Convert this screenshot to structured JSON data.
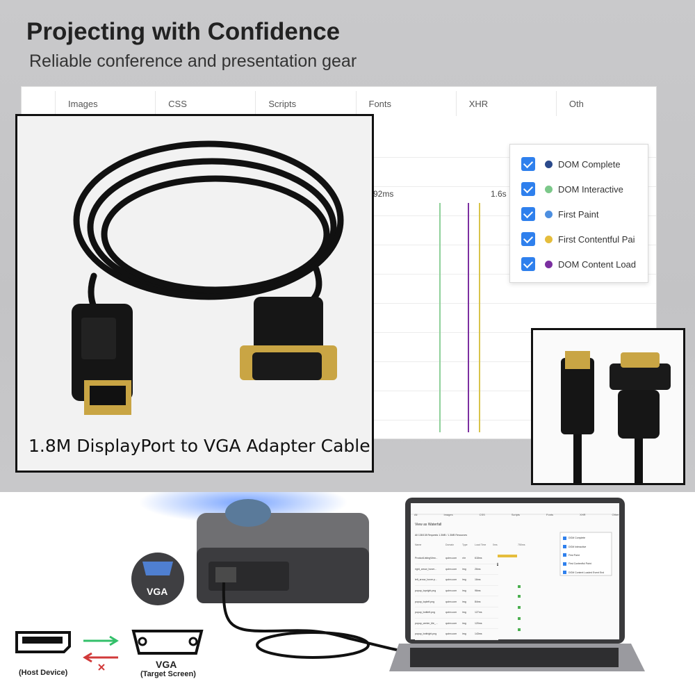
{
  "headline": "Projecting with Confidence",
  "subline": "Reliable conference and presentation gear",
  "devtools": {
    "tabs": [
      "Images",
      "CSS",
      "Scripts",
      "Fonts",
      "XHR",
      "Oth"
    ],
    "ticks": [
      "92ms",
      "1.6s"
    ],
    "legend": [
      {
        "label": "DOM Complete",
        "color": "#2b4a8b"
      },
      {
        "label": "DOM Interactive",
        "color": "#7cc88a"
      },
      {
        "label": "First Paint",
        "color": "#4d8fe0"
      },
      {
        "label": "First Contentful Pai",
        "color": "#e5bd3c"
      },
      {
        "label": "DOM Content Load",
        "color": "#7b2fa0"
      }
    ],
    "vline_colors": [
      "#8fd09a",
      "#7b2fa0",
      "#d8c44a"
    ]
  },
  "product_caption": "1.8M DisplayPort to VGA Adapter Cable",
  "diagram": {
    "vga_badge": "VGA",
    "host_label": "(Host Device)",
    "vga_label": "VGA",
    "target_label": "(Target Screen)"
  },
  "laptop_screen": {
    "tabs": [
      "All",
      "Images",
      "CSS",
      "Scripts",
      "Fonts",
      "XHR",
      "Other"
    ],
    "view_as": "View as",
    "view_value": "Waterfall",
    "requests": "All    138/138 Requests    1.3MB / 1.3MB Resources",
    "columns": [
      "Name",
      "Domain",
      "Type",
      "Load Time",
      "0ms",
      "750ms"
    ],
    "rows": [
      [
        "ProductListingView...",
        "quinn.com",
        "xhr",
        "618ms"
      ],
      [
        "right_arrow_hover...",
        "quinn.com",
        "img",
        "26ms"
      ],
      [
        "left_arrow_hover.p...",
        "quinn.com",
        "img",
        "16ms"
      ],
      [
        "popup_topright.png",
        "quinn.com",
        "img",
        "96ms"
      ],
      [
        "popup_topleft.png",
        "quinn.com",
        "img",
        "84ms"
      ],
      [
        "popup_bottleft.png",
        "quinn.com",
        "img",
        "127ms"
      ],
      [
        "popup_center_tile_...",
        "quinn.com",
        "img",
        "120ms"
      ],
      [
        "popup_bottright.png",
        "quinn.com",
        "img",
        "143ms"
      ]
    ],
    "legend": [
      "DOM Complete",
      "DOM Interactive",
      "First Paint",
      "First Contentful Paint",
      "DOM Content Loaded Event End"
    ]
  }
}
